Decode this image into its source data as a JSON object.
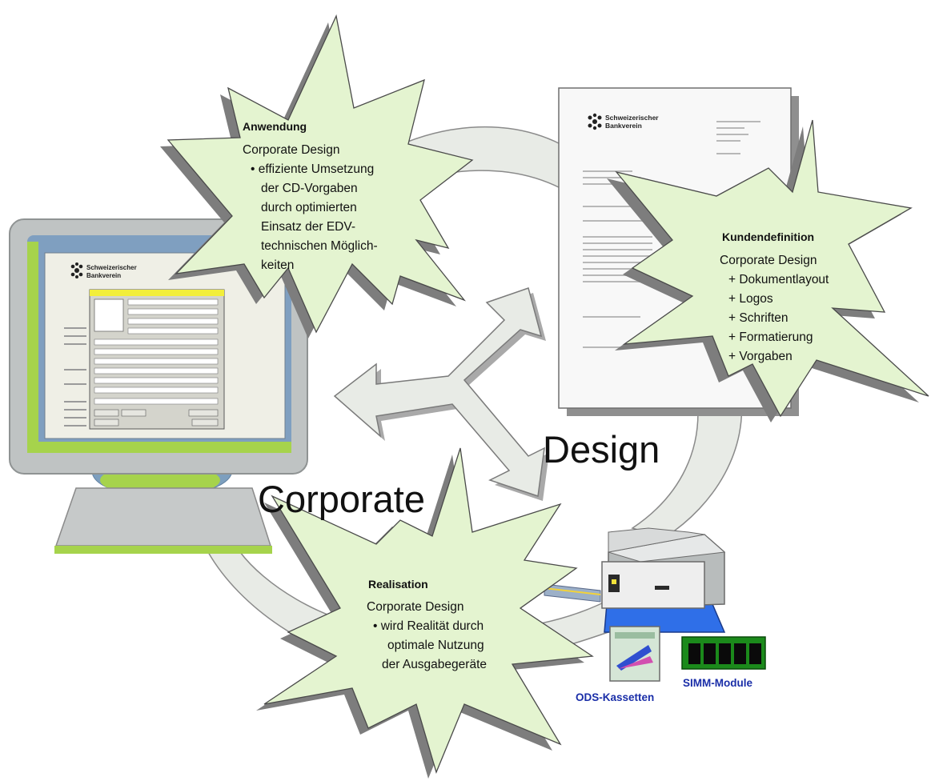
{
  "diagram": {
    "big_words": {
      "corporate": "Corporate",
      "design": "Design"
    },
    "stars": {
      "anwendung": {
        "title": "Anwendung",
        "subtitle": "Corporate Design",
        "lines": [
          "• effiziente Umsetzung",
          "der CD-Vorgaben",
          "durch optimierten",
          "Einsatz der EDV-",
          "technischen Möglich-",
          "keiten"
        ]
      },
      "kunden": {
        "title": "Kundendefinition",
        "subtitle": "Corporate Design",
        "items": [
          "+ Dokumentlayout",
          "+ Logos",
          "+ Schriften",
          "+ Formatierung",
          "+ Vorgaben"
        ]
      },
      "realisation": {
        "title": "Realisation",
        "subtitle": "Corporate Design",
        "lines": [
          "• wird Realität durch",
          "optimale Nutzung",
          "der Ausgabegeräte"
        ]
      }
    },
    "hardware": {
      "cassette_label": "ODS-Kassetten",
      "simm_label": "SIMM-Module"
    },
    "document": {
      "logo_line1": "Schweizerischer",
      "logo_line2": "Bankverein"
    },
    "monitor": {
      "logo_line1": "Schweizerischer",
      "logo_line2": "Bankverein"
    },
    "colors": {
      "star_fill": "#e4f4d0",
      "star_shadow": "#7d7d7d",
      "arrow_fill": "#e8ebe6",
      "monitor_frame": "#bfc3c3",
      "monitor_blue": "#7f9fc0",
      "monitor_green": "#a6d34c",
      "label_blue": "#1a2ea8",
      "simm_green": "#1b8a1b"
    }
  }
}
